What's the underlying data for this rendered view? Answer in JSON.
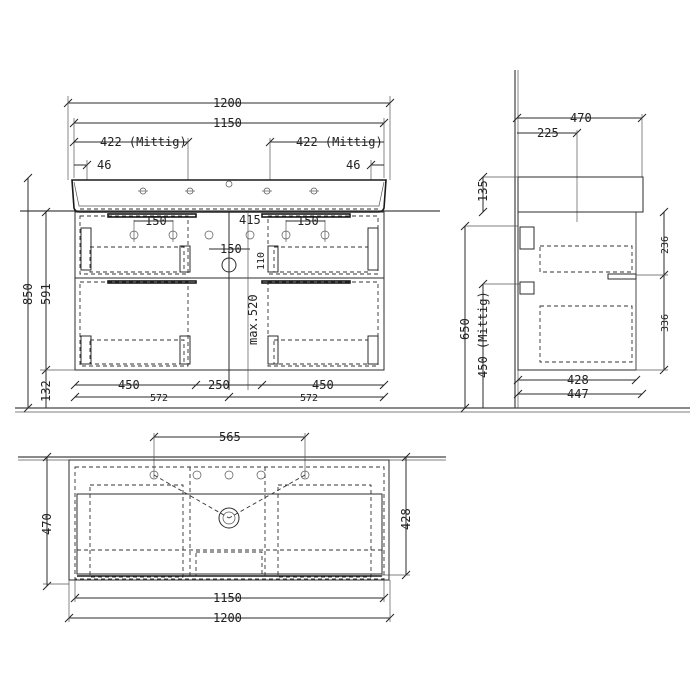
{
  "drawing": {
    "title": "Double washbasin with vanity unit - dimensional drawing",
    "units": "mm",
    "front_view": {
      "overall_width": "1200",
      "basin_width": "1150",
      "left_tap_hole_offset": "422 (Mittig)",
      "right_tap_hole_offset": "422 (Mittig)",
      "left_edge_offset": "46",
      "right_edge_offset": "46",
      "left_hole_spacing": "150",
      "right_hole_spacing": "150",
      "center_offset": "415",
      "center_hole_spacing": "150",
      "siphon_offset": "110",
      "total_height": "850",
      "cabinet_height": "591",
      "floor_gap": "132",
      "left_drawer_width": "450",
      "center_gap": "250",
      "right_drawer_width": "450",
      "left_cabinet_width": "572",
      "right_cabinet_width": "572",
      "max_drain_height": "max.520"
    },
    "side_view": {
      "total_depth": "470",
      "tap_center_depth": "225",
      "basin_height": "135",
      "mount_height": "650",
      "drain_height": "450 (Mittig)",
      "upper_drawer_height": "236",
      "lower_drawer_height": "336",
      "cabinet_depth_inner": "428",
      "cabinet_depth_outer": "447"
    },
    "top_view": {
      "tap_hole_spacing": "565",
      "depth": "470",
      "cabinet_depth": "428",
      "basin_width": "1150",
      "overall_width": "1200"
    }
  }
}
